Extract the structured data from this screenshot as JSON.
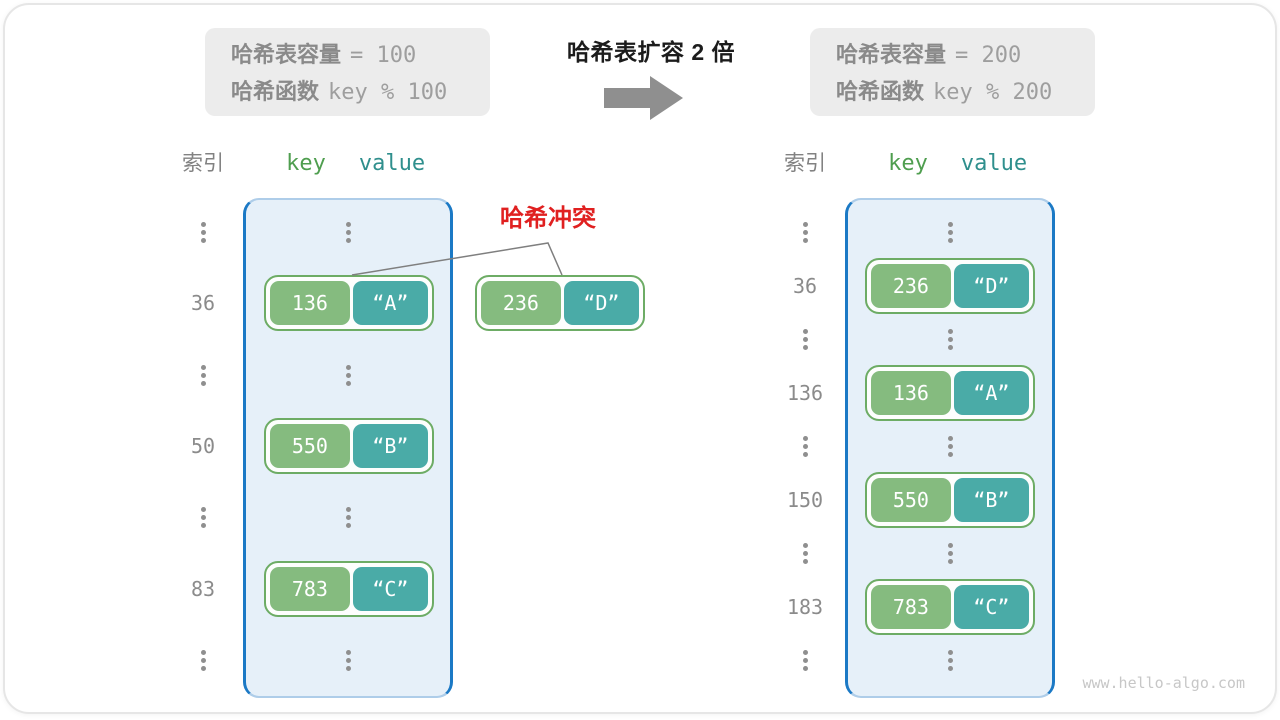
{
  "figure": {
    "title": "哈希表扩容 2 倍",
    "watermark": "www.hello-algo.com",
    "collision_label": "哈希冲突"
  },
  "old_config": {
    "capacity_label": "哈希表容量",
    "capacity_value": "= 100",
    "function_label": "哈希函数",
    "function_value": "key % 100"
  },
  "new_config": {
    "capacity_label": "哈希表容量",
    "capacity_value": "= 200",
    "function_label": "哈希函数",
    "function_value": "key % 200"
  },
  "old_table": {
    "col_index": "索引",
    "col_key": "key",
    "col_value": "value",
    "rows": [
      {
        "type": "dots",
        "symbol": "⋮"
      },
      {
        "type": "entry",
        "index": "36",
        "key": "136",
        "value": "“A”"
      },
      {
        "type": "dots",
        "symbol": "⋮"
      },
      {
        "type": "entry",
        "index": "50",
        "key": "550",
        "value": "“B”"
      },
      {
        "type": "dots",
        "symbol": "⋮"
      },
      {
        "type": "entry",
        "index": "83",
        "key": "783",
        "value": "“C”"
      },
      {
        "type": "dots",
        "symbol": "⋮"
      }
    ]
  },
  "collision_entry": {
    "key": "236",
    "value": "“D”"
  },
  "new_table": {
    "col_index": "索引",
    "col_key": "key",
    "col_value": "value",
    "rows": [
      {
        "type": "dots",
        "symbol": "⋮"
      },
      {
        "type": "entry",
        "index": "36",
        "key": "236",
        "value": "“D”"
      },
      {
        "type": "dots",
        "symbol": "⋮"
      },
      {
        "type": "entry",
        "index": "136",
        "key": "136",
        "value": "“A”"
      },
      {
        "type": "dots",
        "symbol": "⋮"
      },
      {
        "type": "entry",
        "index": "150",
        "key": "550",
        "value": "“B”"
      },
      {
        "type": "dots",
        "symbol": "⋮"
      },
      {
        "type": "entry",
        "index": "183",
        "key": "783",
        "value": "“C”"
      },
      {
        "type": "dots",
        "symbol": "⋮"
      }
    ]
  },
  "colors": {
    "container_border": "#1b79c5",
    "container_fill": "#e6f0f9",
    "entry_border": "#6dac65",
    "key_fill": "#85bb7f",
    "value_fill": "#4aaba7",
    "collision_red": "#e02020",
    "arrow_gray": "#8f8f8f",
    "box_gray": "#ececec"
  }
}
